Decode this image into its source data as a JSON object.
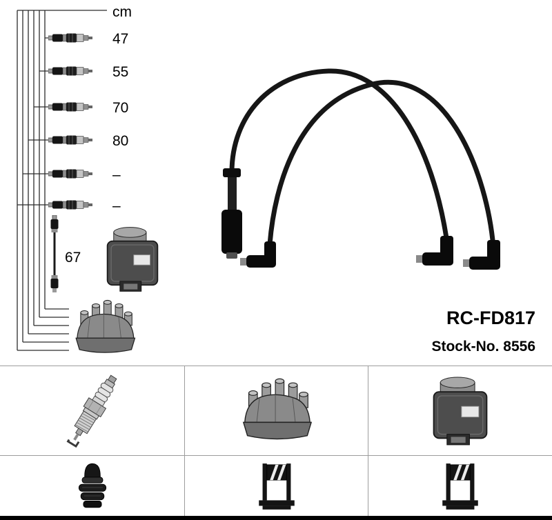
{
  "product": {
    "part_number": "RC-FD817",
    "stock_label": "Stock-No. 8556"
  },
  "length_table": {
    "unit_header": "cm",
    "lengths": [
      "47",
      "55",
      "70",
      "80",
      "–",
      "–"
    ],
    "coil_lead_length": "67"
  },
  "icons": {
    "legend_row1": [
      "spark-plug-icon",
      "distributor-cap-icon",
      "ignition-coil-icon"
    ],
    "legend_row2": [
      "terminal-cap-icon",
      "cable-holder-icon",
      "cable-holder-icon"
    ]
  },
  "colors": {
    "wire": "#161616",
    "grid_line": "#9c9c9c",
    "text": "#000000",
    "background": "#ffffff"
  }
}
